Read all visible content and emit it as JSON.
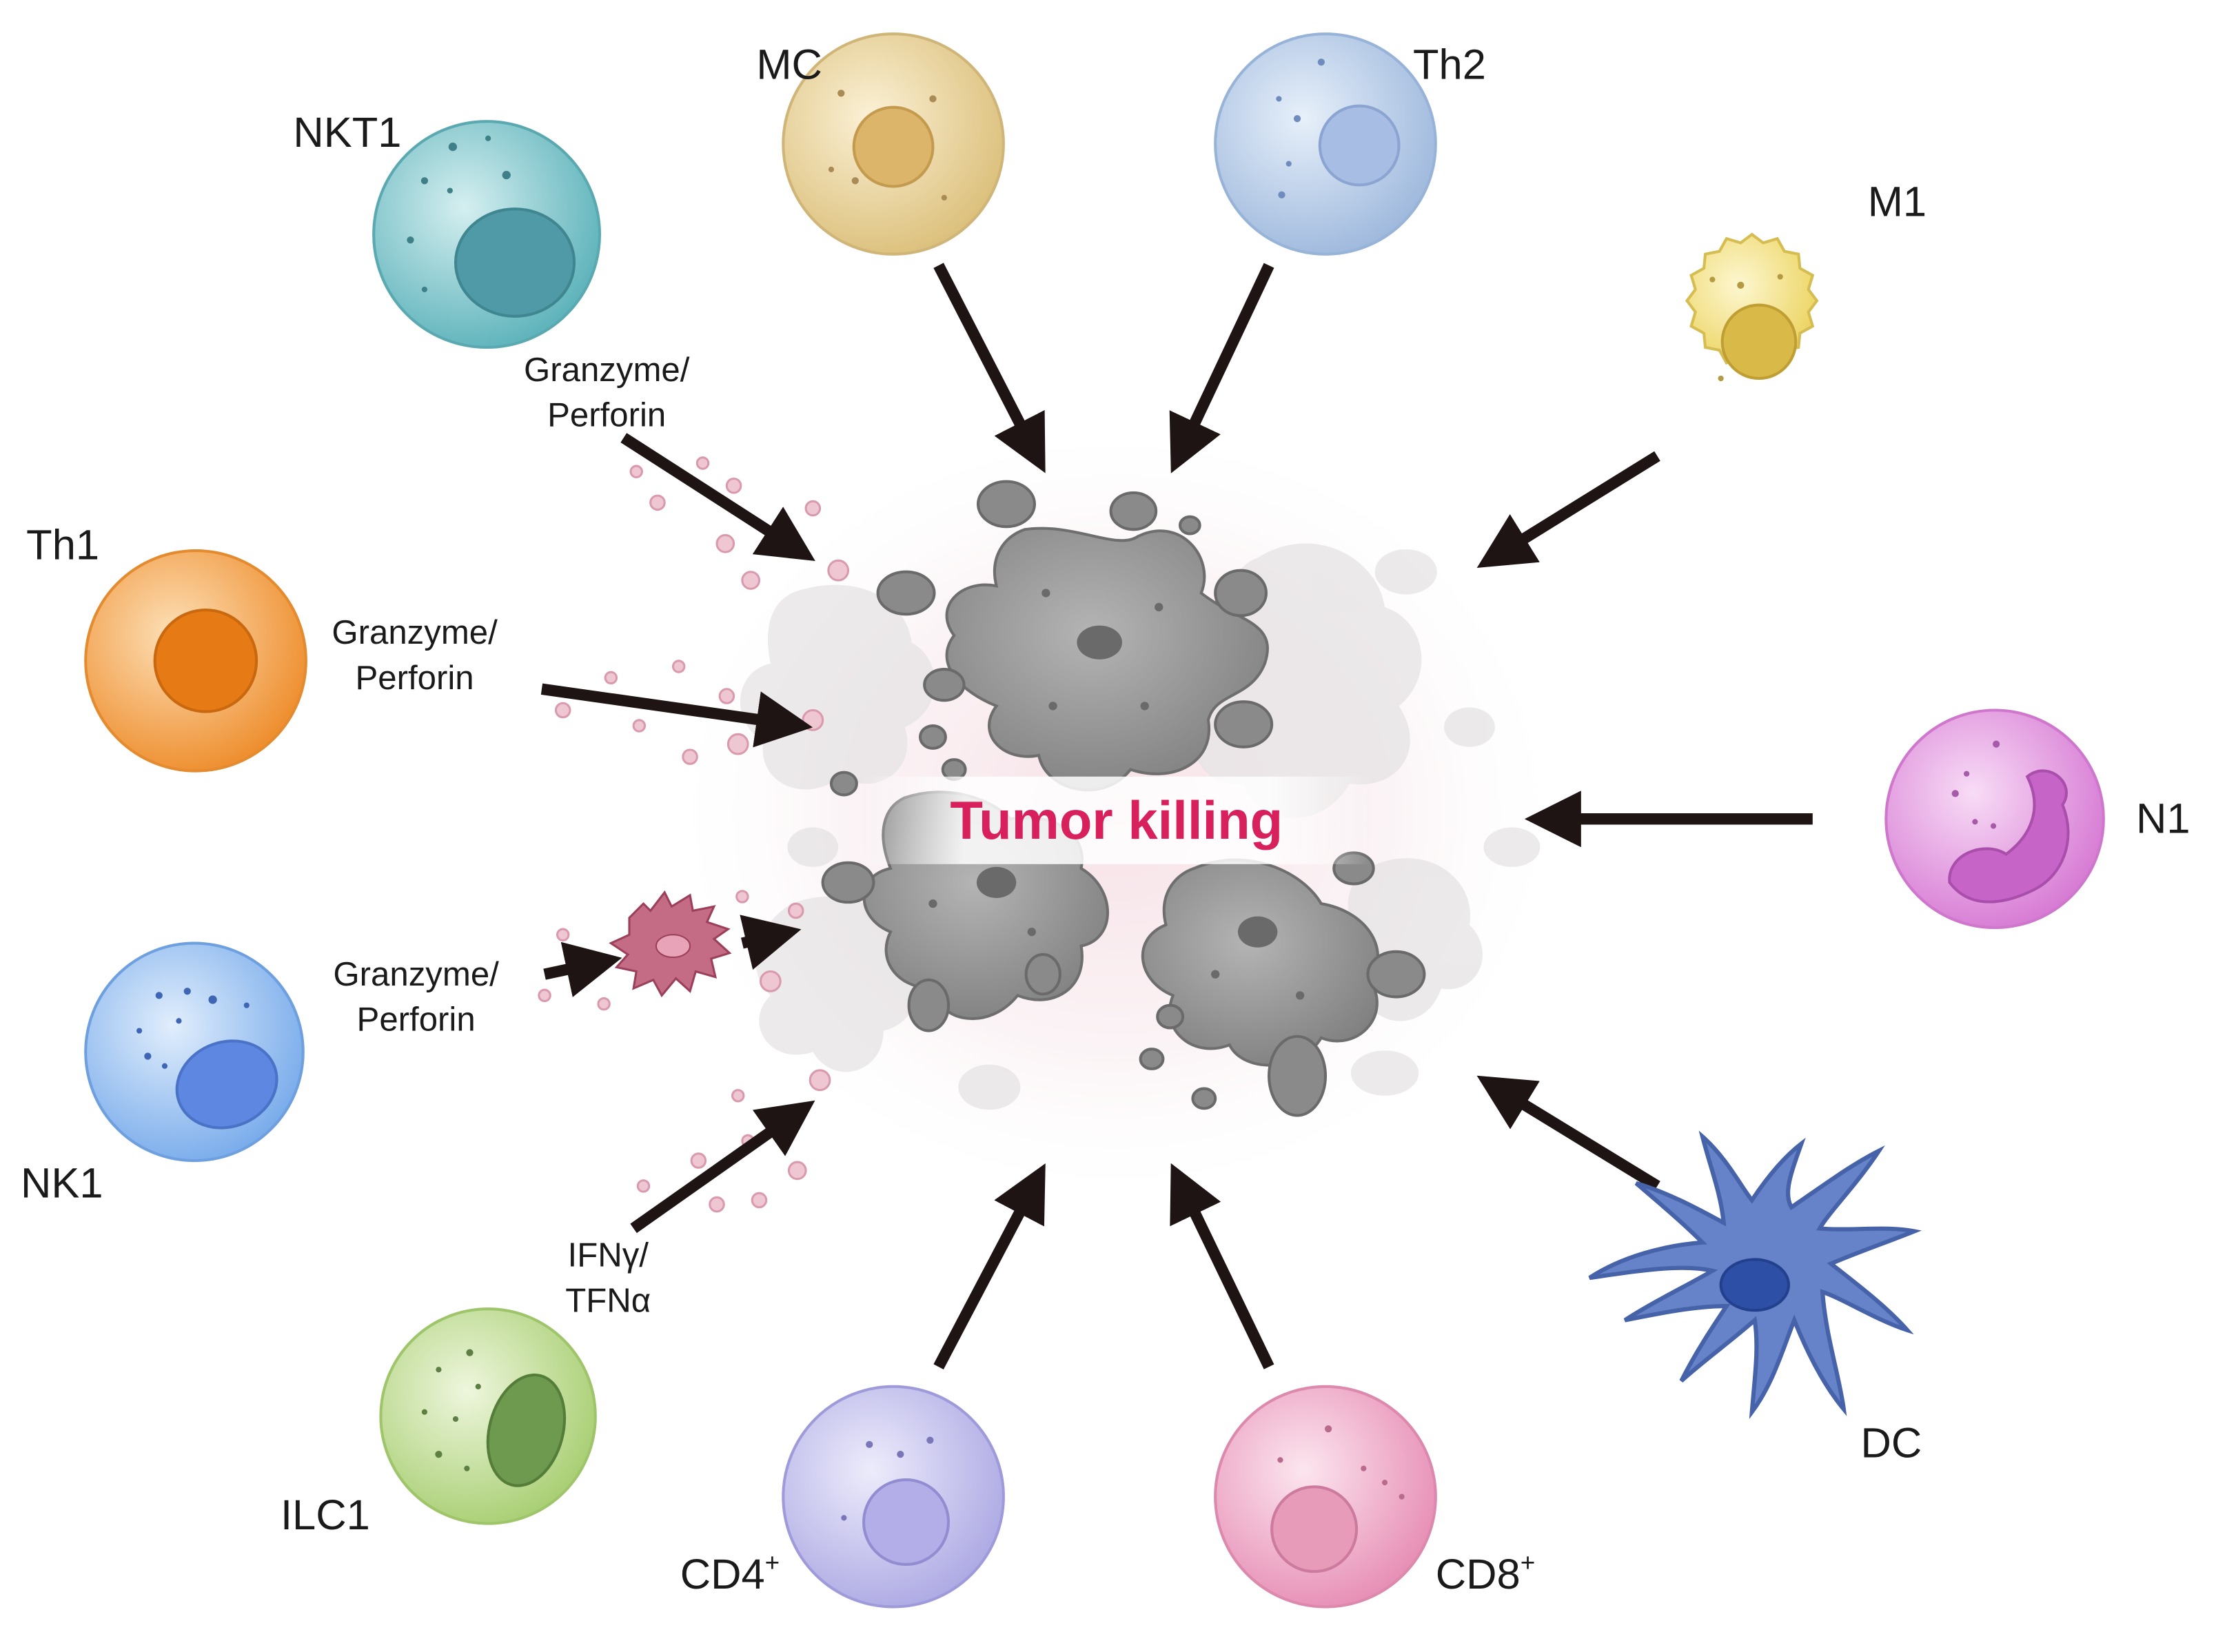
{
  "center": {
    "label": "Tumor killing",
    "label_color": "#d8205c"
  },
  "cells": {
    "mc": {
      "label": "MC",
      "color": "#e9d29a"
    },
    "th2": {
      "label": "Th2",
      "color": "#b5cbe6"
    },
    "nkt1": {
      "label": "NKT1",
      "color": "#7fc6cc"
    },
    "m1": {
      "label": "M1",
      "color": "#f3e288"
    },
    "th1": {
      "label": "Th1",
      "color": "#f2a04a"
    },
    "n1": {
      "label": "N1",
      "color": "#e29ae0"
    },
    "nk1": {
      "label": "NK1",
      "color": "#9cc3f0"
    },
    "ilc1": {
      "label": "ILC1",
      "color": "#c3de97"
    },
    "cd4": {
      "label": "CD4",
      "sup": "+",
      "color": "#c7c5ee"
    },
    "cd8": {
      "label": "CD8",
      "sup": "+",
      "color": "#f0aac8"
    },
    "dc": {
      "label": "DC",
      "color": "#5c78c4"
    }
  },
  "cytotoxins": {
    "nkt1": {
      "line1": "Granzyme/",
      "line2": "Perforin"
    },
    "th1": {
      "line1": "Granzyme/",
      "line2": "Perforin"
    },
    "nk1": {
      "line1": "Granzyme/",
      "line2": "Perforin"
    },
    "ilc1": {
      "line1": "IFNγ/",
      "line2": "TFNα"
    }
  },
  "colors": {
    "tumor": "#8d8d8d",
    "granule": "#e8b3c1",
    "arrow": "#1e1414"
  }
}
